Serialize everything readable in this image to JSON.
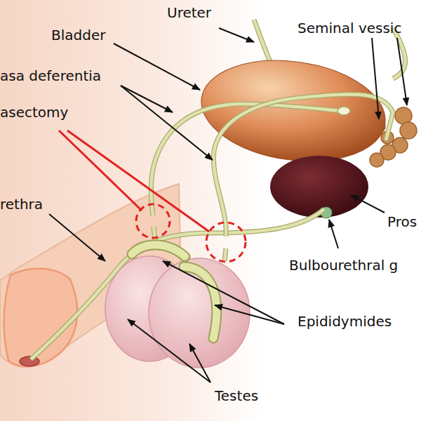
{
  "diagram": {
    "labels": [
      "Ureter",
      "Bladder",
      "Seminal vessic",
      "asa deferentia",
      "asectomy",
      "rethra",
      "Pros",
      "Bulbourethral g",
      "Epididymides",
      "Testes"
    ]
  }
}
